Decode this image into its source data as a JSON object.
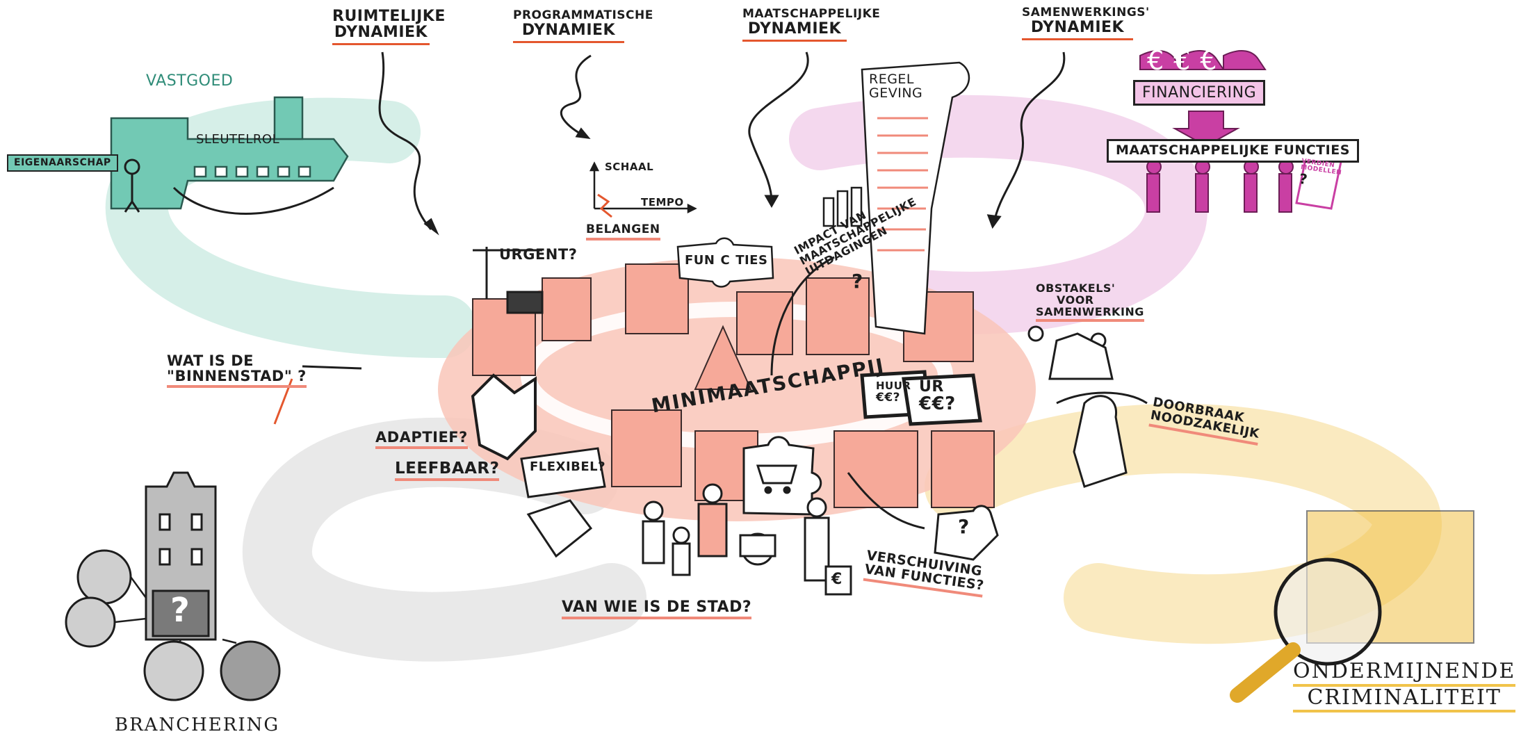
{
  "headers": {
    "ruimtelijke": [
      "RUIMTELIJKE",
      "DYNAMIEK"
    ],
    "programmatische": [
      "PROGRAMMATISCHE",
      "DYNAMIEK"
    ],
    "maatschappelijke": [
      "MAATSCHAPPELIJKE",
      "DYNAMIEK"
    ],
    "samenwerkings": [
      "SAMENWERKINGS'",
      "DYNAMIEK"
    ]
  },
  "vastgoed": {
    "title": "VASTGOED",
    "sleutelrol": "SLEUTELROL",
    "eigenaarschap": "EIGENAARSCHAP"
  },
  "programmatic": {
    "schaal": "SCHAAL",
    "tempo": "TEMPO",
    "belangen": "BELANGEN",
    "functies": [
      "FUN",
      "C",
      "TIES"
    ]
  },
  "regelgeving": [
    "REGEL",
    "GEVING"
  ],
  "impact": [
    "IMPACT VAN",
    "MAATSCHAPPELIJKE",
    "UITDAGINGEN",
    "?"
  ],
  "financiering": {
    "label": "FINANCIERING",
    "functies": "MAATSCHAPPELIJKE FUNCTIES",
    "note": [
      "VERDIEN",
      "MODELLEN",
      "?"
    ],
    "euros": "€€€"
  },
  "questions": {
    "urgent": "URGENT?",
    "binnenstad": [
      "WAT IS DE",
      "\"BINNENSTAD\" ?"
    ],
    "adaptief": "ADAPTIEF?",
    "leefbaar": "LEEFBAAR?",
    "flexibel": "FLEXIBEL?",
    "minimaatschappij": "MINIMAATSCHAPPIJ",
    "huur": [
      "HUUR",
      "€€?"
    ],
    "huur2": [
      "UR",
      "€€?"
    ],
    "van_wie": "VAN WIE IS DE STAD?",
    "verschuiving": [
      "VERSCHUIVING",
      "VAN FUNCTIES?"
    ],
    "obstakels": [
      "OBSTAKELS'",
      "VOOR",
      "SAMENWERKING"
    ],
    "doorbraak": [
      "DOORBRAAK",
      "NOODZAKELIJK"
    ],
    "question_mark": "?",
    "euro_sign": "€"
  },
  "branchering": "BRANCHERING",
  "criminaliteit": [
    "ONDERMIJNENDE",
    "CRIMINALITEIT"
  ],
  "colors": {
    "teal": "#72c9b4",
    "teal_light": "#d6efe8",
    "pink": "#c93fa3",
    "pink_light": "#f4d8ee",
    "salmon": "#f29a8a",
    "salmon_light": "#f9c6b9",
    "gray_light": "#e4e4e4",
    "yellow": "#f1c34a",
    "yellow_light": "#faeac0",
    "red_accent": "#e4572e",
    "ink": "#1d1d1d"
  }
}
